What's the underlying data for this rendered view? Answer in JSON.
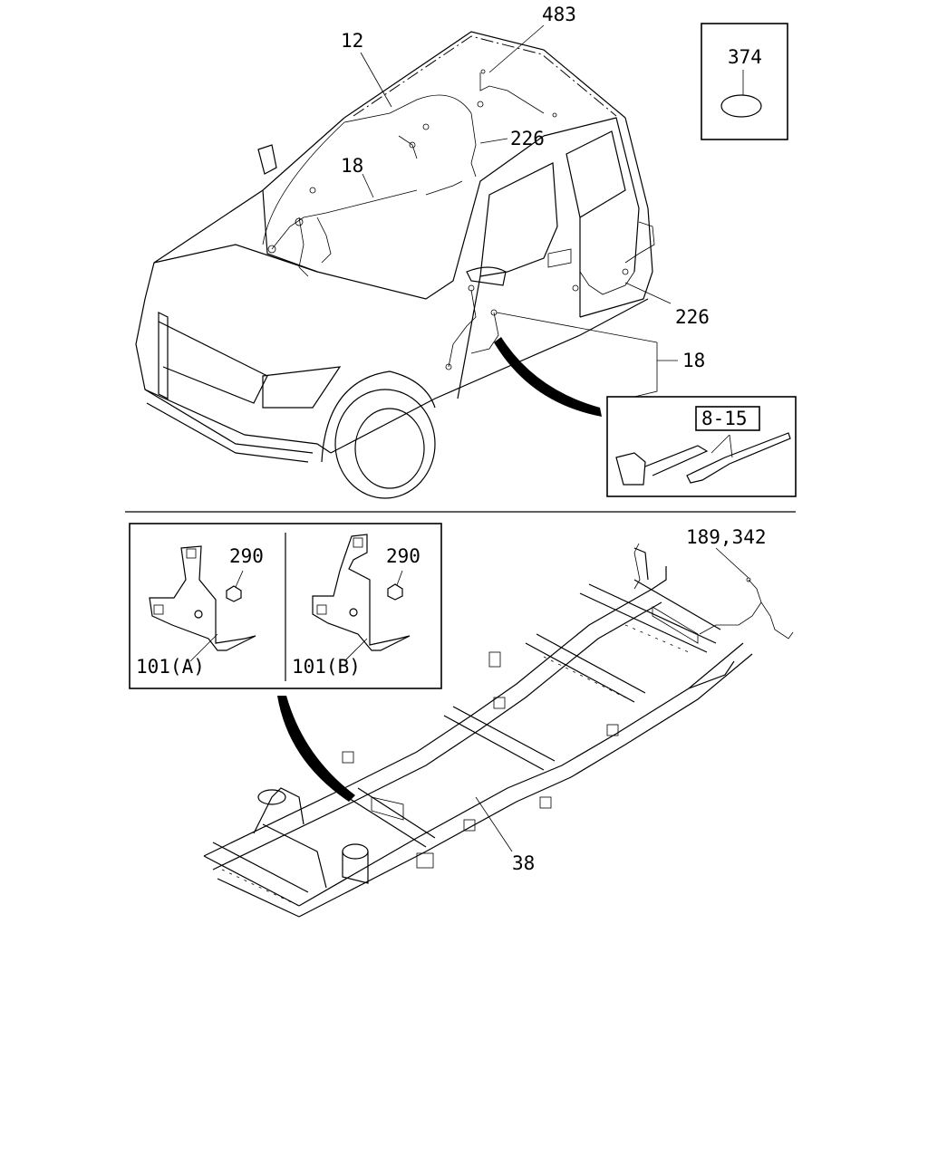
{
  "labels": {
    "p483": "483",
    "p12": "12",
    "p374": "374",
    "p226a": "226",
    "p18a": "18",
    "p226b": "226",
    "p18b": "18",
    "p815": "8-15",
    "p290a": "290",
    "p290b": "290",
    "p101a": "101(A)",
    "p101b": "101(B)",
    "p189": "189,342",
    "p38": "38"
  }
}
